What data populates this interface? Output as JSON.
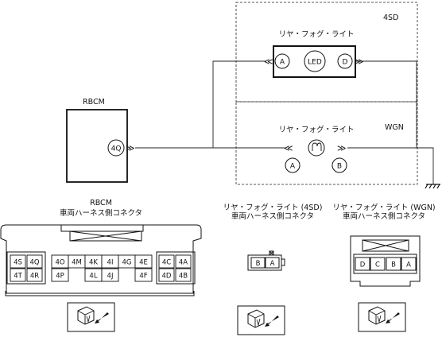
{
  "diagram": {
    "variant_4sd": "4SD",
    "variant_wgn": "WGN",
    "rbcm_label": "RBCM",
    "rbcm_pin": "4Q",
    "lamp_4sd_label": "リヤ・フォグ・ライト",
    "lamp_4sd_term_a": "A",
    "lamp_4sd_led": "LED",
    "lamp_4sd_term_d": "D",
    "lamp_wgn_label": "リヤ・フォグ・ライト",
    "lamp_wgn_term_a": "A",
    "lamp_wgn_term_b": "B"
  },
  "connectors": {
    "rbcm": {
      "title_line1": "RBCM",
      "title_line2": "車両ハーネス側コネクタ",
      "pins": [
        "4S",
        "4Q",
        "4T",
        "4R",
        "4O",
        "4M",
        "4K",
        "4I",
        "4G",
        "4E",
        "4P",
        "4L",
        "4J",
        "4F",
        "4C",
        "4A",
        "4D",
        "4B"
      ]
    },
    "sd": {
      "title_line1": "リヤ・フォグ・ライト (4SD)",
      "title_line2": "車両ハーネス側コネクタ",
      "pins": [
        "B",
        "A"
      ]
    },
    "wgn": {
      "title_line1": "リヤ・フォグ・ライト (WGN)",
      "title_line2": "車両ハーネス側コネクタ",
      "pins": [
        "D",
        "C",
        "B",
        "A"
      ]
    }
  }
}
